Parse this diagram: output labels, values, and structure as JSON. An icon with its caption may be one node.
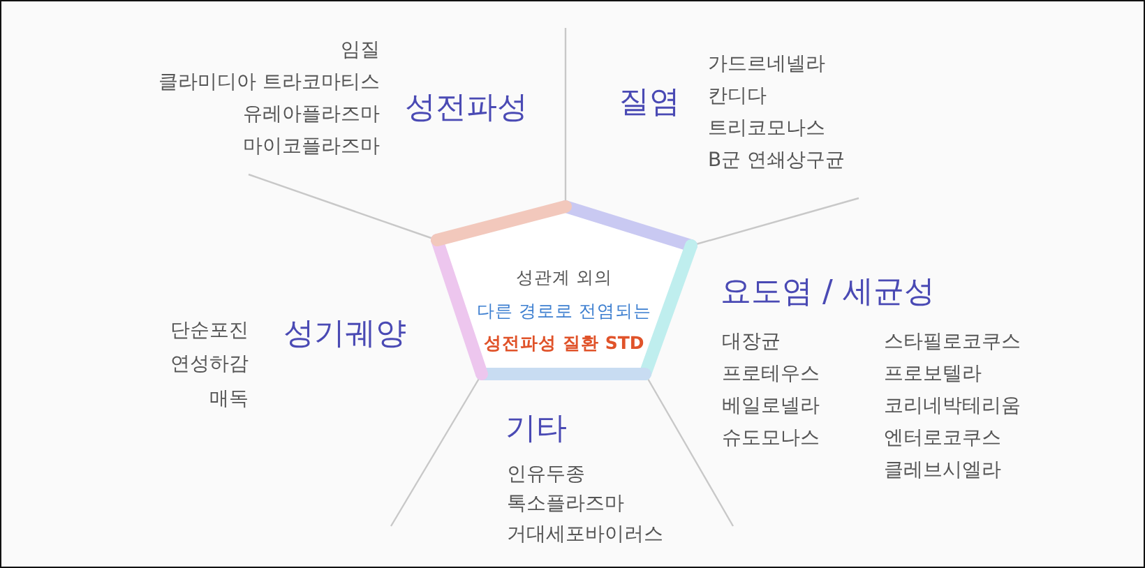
{
  "diagram": {
    "nodes": [
      {
        "text": [
          "성관계 외의",
          "다른 경로로 전염되는",
          "성전파성 질환 STD"
        ]
      }
    ],
    "edges": [],
    "labels": [
      "임질",
      "클라미디아 트라코마티스",
      "유레아플라즈마",
      "마이코플라즈마",
      "성전파성",
      "질염",
      "가드르네넬라",
      "칸디다",
      "트리코모나스",
      "B군 연쇄상구균",
      "요도염 / 세균성",
      "대장균",
      "스타필로코쿠스",
      "프로테우스",
      "프로보텔라",
      "베일로넬라",
      "코리네박테리움",
      "슈도모나스",
      "엔터로코쿠스",
      "클레브시엘라",
      "단순포진",
      "성기궤양",
      "연성하감",
      "매독",
      "기타",
      "인유두종",
      "톡소플라즈마",
      "거대세포바이러스"
    ]
  }
}
